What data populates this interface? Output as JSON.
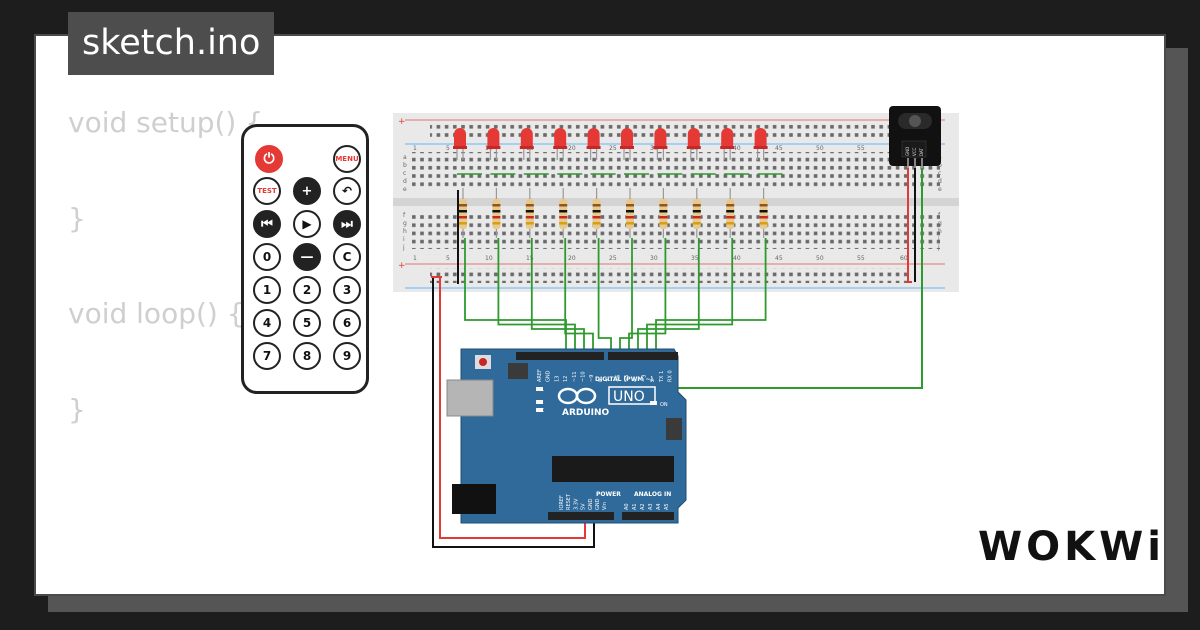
{
  "tab": {
    "label": "sketch.ino"
  },
  "code_lines": [
    "void setup() {",
    "}",
    "void loop() {",
    "}"
  ],
  "breadboard": {
    "column_numbers": [
      "1",
      "5",
      "10",
      "15",
      "20",
      "25",
      "30",
      "35",
      "40",
      "45",
      "50",
      "55",
      "60"
    ],
    "row_letters_top": [
      "a",
      "b",
      "c",
      "d",
      "e"
    ],
    "row_letters_bottom": [
      "f",
      "g",
      "h",
      "i",
      "j"
    ],
    "rail_plus": "+",
    "rail_minus": "-"
  },
  "leds": {
    "count": 10,
    "color": "#e53935"
  },
  "resistors": {
    "count": 10
  },
  "ir_receiver": {
    "pins": [
      "GND",
      "VCC",
      "DAT"
    ]
  },
  "remote": {
    "buttons": [
      {
        "id": "power",
        "label": "⏻",
        "style": "power"
      },
      {
        "id": "menu",
        "label": "MENU",
        "style": "red"
      },
      {
        "id": "test",
        "label": "TEST",
        "style": "red"
      },
      {
        "id": "plus",
        "label": "+",
        "style": "dark"
      },
      {
        "id": "back",
        "label": "↶",
        "style": "normal"
      },
      {
        "id": "prev",
        "label": "⏮",
        "style": "dark"
      },
      {
        "id": "play",
        "label": "▶",
        "style": "normal"
      },
      {
        "id": "next",
        "label": "⏭",
        "style": "dark"
      },
      {
        "id": "num0",
        "label": "0",
        "style": "normal"
      },
      {
        "id": "minus",
        "label": "—",
        "style": "dark"
      },
      {
        "id": "clear",
        "label": "C",
        "style": "normal"
      },
      {
        "id": "num1",
        "label": "1",
        "style": "normal"
      },
      {
        "id": "num2",
        "label": "2",
        "style": "normal"
      },
      {
        "id": "num3",
        "label": "3",
        "style": "normal"
      },
      {
        "id": "num4",
        "label": "4",
        "style": "normal"
      },
      {
        "id": "num5",
        "label": "5",
        "style": "normal"
      },
      {
        "id": "num6",
        "label": "6",
        "style": "normal"
      },
      {
        "id": "num7",
        "label": "7",
        "style": "normal"
      },
      {
        "id": "num8",
        "label": "8",
        "style": "normal"
      },
      {
        "id": "num9",
        "label": "9",
        "style": "normal"
      }
    ]
  },
  "arduino": {
    "brand": "ARDUINO",
    "model": "UNO",
    "digital_label": "DIGITAL (PWM ~)",
    "power_label": "POWER",
    "analog_label": "ANALOG IN",
    "led_labels": [
      "L",
      "TX",
      "RX",
      "ON"
    ],
    "top_pins": [
      "AREF",
      "GND",
      "13",
      "12",
      "~11",
      "~10",
      "~9",
      "8",
      "7",
      "~6",
      "~5",
      "4",
      "~3",
      "2",
      "TX 1",
      "RX 0"
    ],
    "power_pins": [
      "IOREF",
      "RESET",
      "3.3V",
      "5V",
      "GND",
      "GND",
      "Vin"
    ],
    "analog_pins": [
      "A0",
      "A1",
      "A2",
      "A3",
      "A4",
      "A5"
    ]
  },
  "wire_colors": {
    "signal": "#2e9a2e",
    "power": "#e53935",
    "ground": "#111111"
  },
  "brand_logo": "WOKWi"
}
